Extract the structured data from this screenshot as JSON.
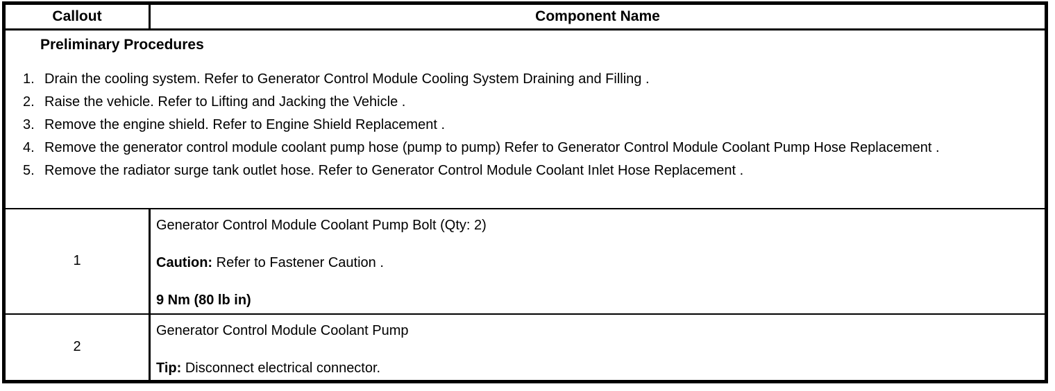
{
  "table": {
    "header": {
      "callout": "Callout",
      "component": "Component Name"
    },
    "preliminary": {
      "title": "Preliminary Procedures",
      "steps": [
        {
          "num": "1.",
          "text": "Drain the cooling system. Refer to Generator Control Module Cooling System Draining and Filling ."
        },
        {
          "num": "2.",
          "text": "Raise the vehicle. Refer to Lifting and Jacking the Vehicle ."
        },
        {
          "num": "3.",
          "text": "Remove the engine shield. Refer to Engine Shield Replacement ."
        },
        {
          "num": "4.",
          "text": "Remove the generator control module coolant pump hose (pump to pump) Refer to Generator Control Module Coolant Pump Hose Replacement ."
        },
        {
          "num": "5.",
          "text": "Remove the radiator surge tank outlet hose. Refer to Generator Control Module Coolant Inlet Hose Replacement ."
        }
      ]
    },
    "rows": [
      {
        "callout": "1",
        "name": "Generator Control Module Coolant Pump Bolt (Qty: 2)",
        "note_label": "Caution:",
        "note_text": " Refer to Fastener Caution .",
        "torque": "9 Nm (80 lb in)"
      },
      {
        "callout": "2",
        "name": "Generator Control Module Coolant Pump",
        "note_label": "Tip:",
        "note_text": " Disconnect electrical connector."
      }
    ]
  },
  "colors": {
    "text": "#000000",
    "border": "#000000",
    "background": "#ffffff"
  }
}
